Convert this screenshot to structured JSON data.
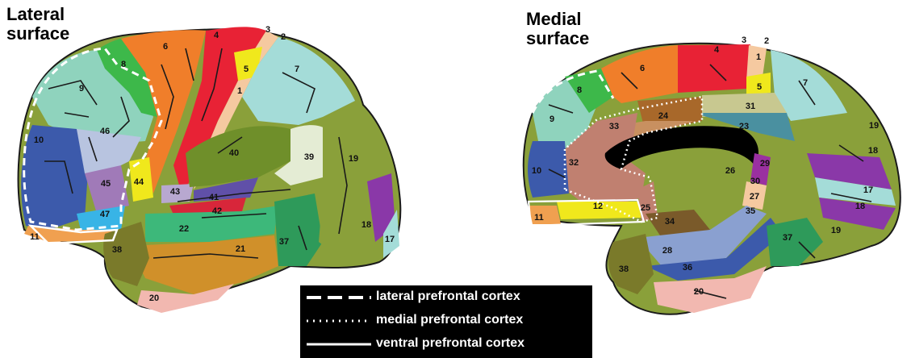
{
  "titles": {
    "lateral": "Lateral surface",
    "medial": "Medial surface"
  },
  "legend": [
    {
      "label": "lateral prefrontal cortex",
      "style": "dashed"
    },
    {
      "label": "medial prefrontal cortex",
      "style": "dotted"
    },
    {
      "label": "ventral prefrontal cortex",
      "style": "solid"
    }
  ],
  "lateral_areas": [
    "1",
    "2",
    "3",
    "4",
    "5",
    "6",
    "7",
    "8",
    "9",
    "10",
    "11",
    "17",
    "18",
    "19",
    "20",
    "21",
    "22",
    "37",
    "38",
    "39",
    "40",
    "41",
    "42",
    "43",
    "44",
    "45",
    "46",
    "47"
  ],
  "medial_areas": [
    "1",
    "2",
    "3",
    "4",
    "5",
    "6",
    "7",
    "8",
    "9",
    "10",
    "11",
    "12",
    "17",
    "18",
    "19",
    "20",
    "23",
    "24",
    "25",
    "26",
    "27",
    "28",
    "29",
    "30",
    "31",
    "32",
    "33",
    "34",
    "35",
    "36",
    "37",
    "38"
  ],
  "colors": {
    "outline": "#1a1a1a",
    "legend_bg": "#000000",
    "prefrontal_border": "#ffffff"
  }
}
